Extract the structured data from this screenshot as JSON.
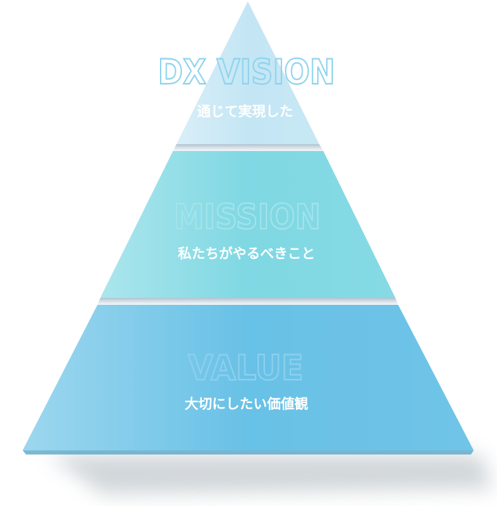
{
  "tiers": [
    {
      "title": "DX VISION",
      "subtitle": "通じて実現した",
      "fill": "#c4e6f4",
      "title_stroke": "#8fd3ee"
    },
    {
      "title": "MISSION",
      "subtitle": "私たちがやるべきこと",
      "fill": "#7fd8e3",
      "title_stroke": "#a4e3ec"
    },
    {
      "title": "VALUE",
      "subtitle": "大切にしたい価値観",
      "fill": "#68c1e6",
      "title_stroke": "#8dd0ee"
    }
  ]
}
